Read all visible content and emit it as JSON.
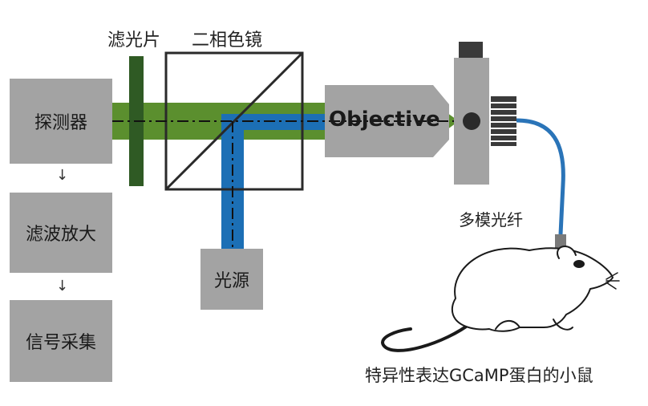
{
  "labels": {
    "filter": "滤光片",
    "dichroic": "二相色镜",
    "detector": "探测器",
    "filter_amp": "滤波放大",
    "signal_acq": "信号采集",
    "light_source": "光源",
    "objective": "Objective",
    "fiber": "多模光纤",
    "mouse": "特异性表达GCaMP蛋白的小鼠"
  },
  "arrows": [
    "↓",
    "↓"
  ],
  "colors": {
    "emission_beam": "#5b8f2e",
    "excitation_beam": "#1c6fb5",
    "filter_bar": "#2f5a24",
    "box_gray": "#a3a3a3",
    "fiber": "#2a74b8",
    "mount_dark": "#3a3a3a"
  }
}
